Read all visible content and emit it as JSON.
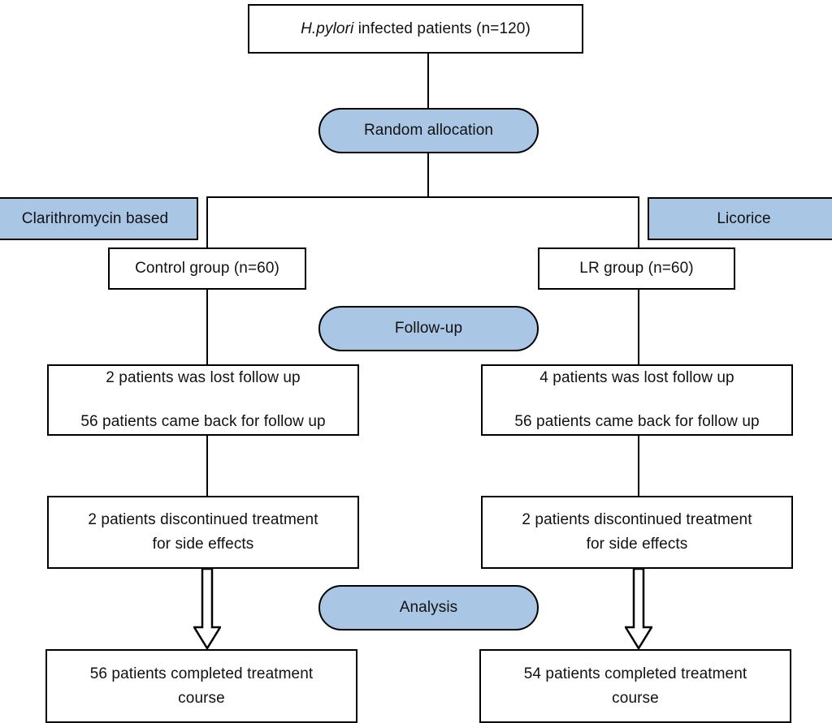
{
  "diagram": {
    "title": "H. pylori eradication trial CONSORT flow diagram",
    "accent_blue": "#a9c6e4",
    "stroke": "#000000",
    "background": "#ffffff",
    "nodes": {
      "enrollment": {
        "text_prefix": "H.pylori",
        "text_suffix": " infected patients (n=120)"
      },
      "random_allocation": {
        "label": "Random allocation"
      },
      "clarithromycin_based": {
        "label": "Clarithromycin based"
      },
      "licorice": {
        "label": "Licorice"
      },
      "control_group": {
        "label": "Control group (n=60)"
      },
      "lr_group": {
        "label": "LR group (n=60)"
      },
      "follow_up": {
        "label": "Follow-up"
      },
      "control_followup": {
        "line1": "2 patients was lost follow up",
        "line2": "56 patients came back for follow up"
      },
      "lr_followup": {
        "line1": "4 patients was lost follow up",
        "line2": "56 patients came back for follow up"
      },
      "control_discontinued": {
        "line1": "2 patients discontinued treatment",
        "line2": "for side effects"
      },
      "lr_discontinued": {
        "line1": "2 patients discontinued treatment",
        "line2": "for side effects"
      },
      "analysis": {
        "label": "Analysis"
      },
      "control_completed": {
        "line1": "56 patients completed treatment",
        "line2": "course"
      },
      "lr_completed": {
        "line1": "54 patients completed treatment",
        "line2": "course"
      }
    },
    "connectors": {
      "enrollment_to_random": "vertical-line",
      "random_to_split": "vertical-line",
      "split_bar": "horizontal-line",
      "split_to_control": "vertical-line",
      "split_to_lr": "vertical-line",
      "control_to_followup": "vertical-line",
      "lr_to_followup": "vertical-line",
      "control_followup_to_discontinued": "vertical-line",
      "lr_followup_to_discontinued": "vertical-line",
      "control_discontinued_to_completed": "hollow-down-arrow",
      "lr_discontinued_to_completed": "hollow-down-arrow"
    }
  }
}
